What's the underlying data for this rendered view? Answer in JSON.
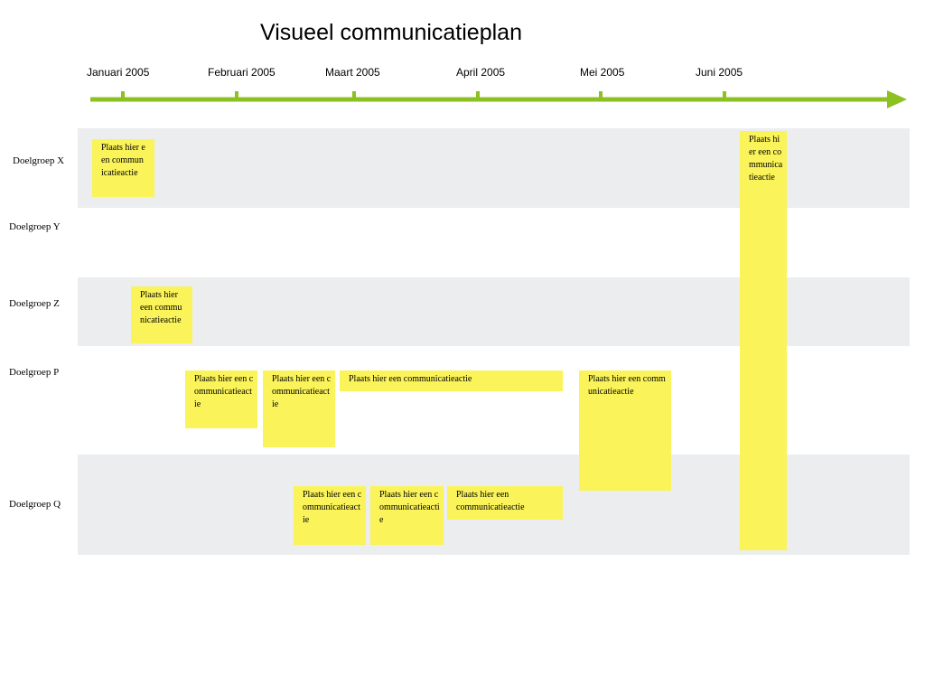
{
  "title": "Visueel communicatieplan",
  "months": [
    "Januari 2005",
    "Februari 2005",
    "Maart 2005",
    "April 2005",
    "Mei 2005",
    "Juni 2005"
  ],
  "groups": [
    "Doelgroep X",
    "Doelgroep Y",
    "Doelgroep Z",
    "Doelgroep P",
    "Doelgroep Q"
  ],
  "action_text": "Plaats hier een communicatieactie",
  "colors": {
    "timeline": "#8dc021",
    "band": "#ebedee",
    "note": "#faf35a"
  }
}
